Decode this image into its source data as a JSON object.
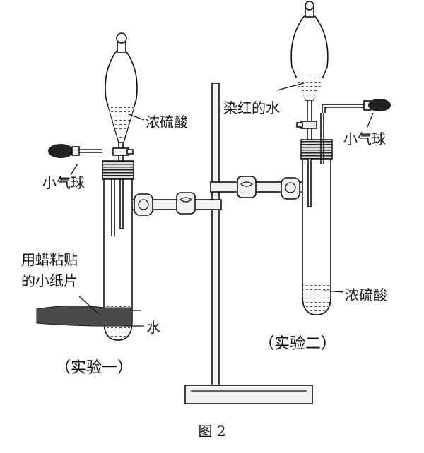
{
  "labels": {
    "nongliusuan_1": "浓硫酸",
    "xiaoqiqiu_1": "小气球",
    "paper_line1": "用蜡粘贴",
    "paper_line2": "的小纸片",
    "water": "水",
    "exp1": "（实验一）",
    "ranhong": "染红的水",
    "xiaoqiqiu_2": "小气球",
    "nongliusuan_2": "浓硫酸",
    "exp2": "（实验二）",
    "figure": "图 2"
  }
}
